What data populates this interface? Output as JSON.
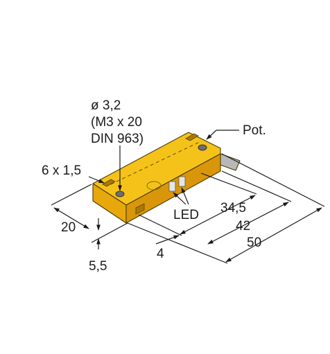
{
  "labels": {
    "hole_diameter": "ø 3,2",
    "screw_spec": "(M3 x 20",
    "screw_standard": "DIN 963)",
    "pot": "Pot.",
    "slot_size": "6 x 1,5",
    "led": "LED",
    "dim_20": "20",
    "dim_5_5": "5,5",
    "dim_4": "4",
    "dim_34_5": "34,5",
    "dim_42": "42",
    "dim_50": "50"
  },
  "colors": {
    "housing_top": "#f5c21a",
    "housing_front": "#e8a80c",
    "housing_side": "#d9960a",
    "cable": "#b8b8b8",
    "led_window": "#e6e6e6"
  }
}
